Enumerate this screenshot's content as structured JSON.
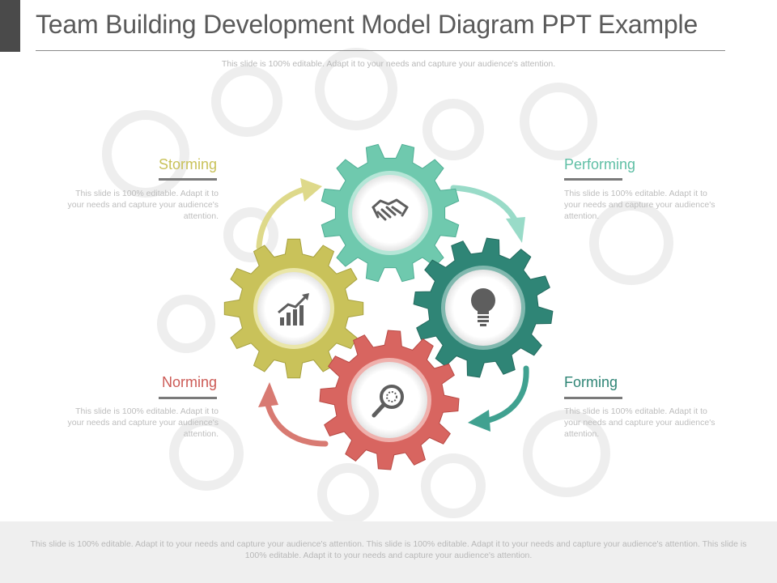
{
  "slide": {
    "title": "Team Building Development Model Diagram PPT Example",
    "subtitle": "This slide is 100% editable. Adapt it to your needs and capture your audience's attention.",
    "footer": "This slide is 100% editable. Adapt it to your needs and capture your audience's attention. This slide is 100% editable. Adapt it to your needs and capture your audience's attention. This slide is 100% editable. Adapt it to your needs and capture your audience's attention."
  },
  "stages": {
    "storming": {
      "label": "Storming",
      "text": "This slide is 100% editable. Adapt it to your needs and capture your audience's attention.",
      "color": "#c9c25a",
      "icon": "growth-chart-icon"
    },
    "performing": {
      "label": "Performing",
      "text": "This slide is 100% editable. Adapt it to your needs and capture your audience's attention.",
      "color": "#5fbfa5",
      "icon": "handshake-icon"
    },
    "forming": {
      "label": "Forming",
      "text": "This slide is 100% editable. Adapt it to your needs and capture your audience's attention.",
      "color": "#2f8576",
      "icon": "lightbulb-icon"
    },
    "norming": {
      "label": "Norming",
      "text": "This slide is 100% editable. Adapt it to your needs and capture your audience's attention.",
      "color": "#cc5a55",
      "icon": "magnifier-icon"
    }
  }
}
